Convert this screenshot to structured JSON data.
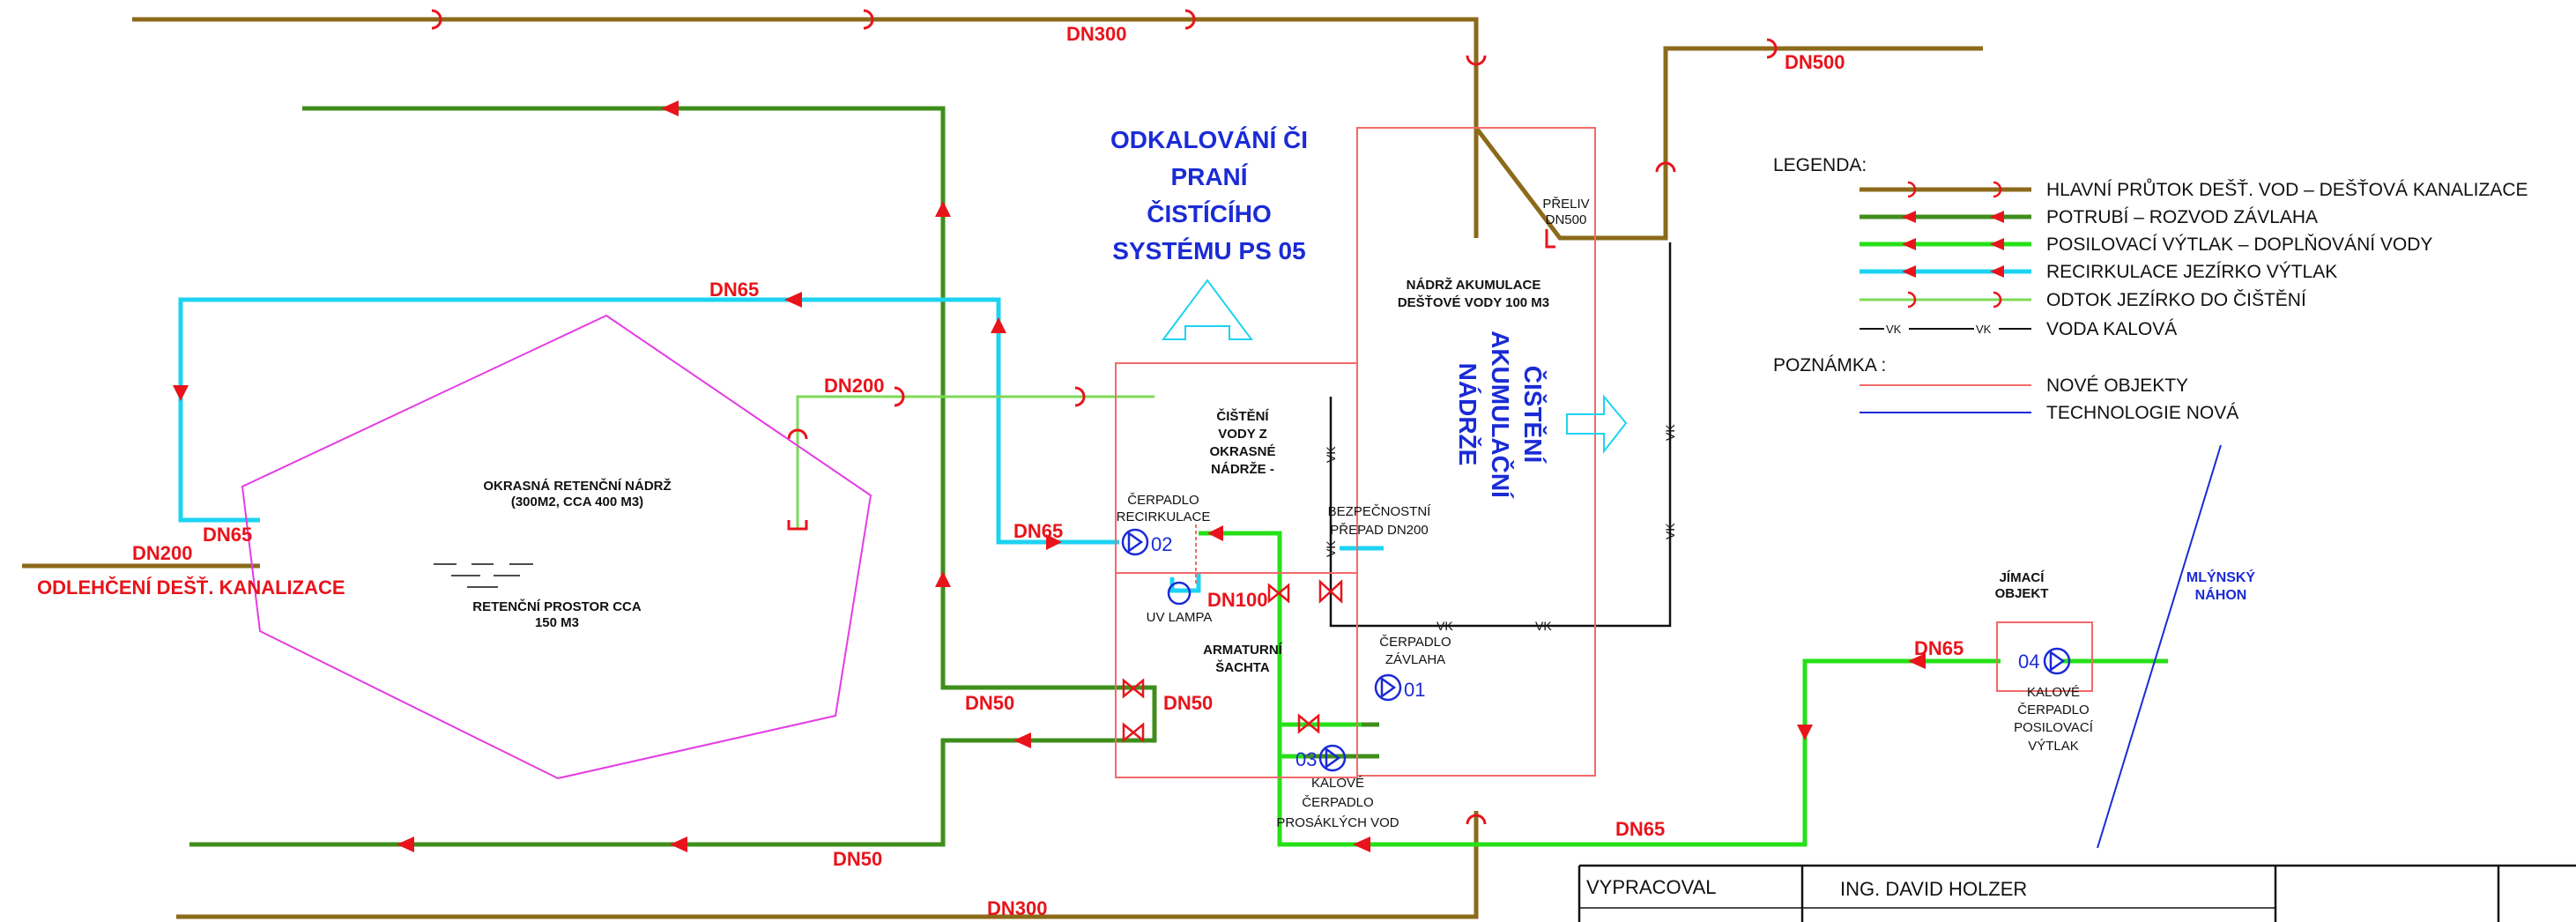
{
  "colors": {
    "brown": "#8b6a1a",
    "darkgreen": "#3f8e1c",
    "green": "#26e018",
    "lightgreen": "#7ed957",
    "cyan": "#1cd3f2",
    "red": "#e8141b",
    "blue": "#1a2bd6",
    "black": "#111111",
    "magenta": "#e43ce4",
    "pink": "#f26a6a"
  },
  "pipe_labels": {
    "dn300_top": "DN300",
    "dn300_bottom": "DN300",
    "dn500": "DN500",
    "dn65_cyan_top": "DN65",
    "dn65_left": "DN65",
    "dn65_mid": "DN65",
    "dn65_right": "DN65",
    "dn65_bottom": "DN65",
    "dn200_left": "DN200",
    "dn200_mid": "DN200",
    "dn100": "DN100",
    "dn50_a": "DN50",
    "dn50_b": "DN50",
    "dn50_c": "DN50",
    "odlehceni": "ODLEHČENÍ DEŠŤ. KANALIZACE"
  },
  "blue_titles": {
    "odkalovani": [
      "ODKALOVÁNÍ ČI",
      "PRANÍ",
      "ČISTÍCÍHO",
      "SYSTÉMU PS 05"
    ],
    "cisteni_vertical": [
      "ČIŠTĚNÍ",
      "AKUMULAČNÍ",
      "NÁDRŽE"
    ],
    "mlynsky": [
      "MLÝNSKÝ",
      "NÁHON"
    ]
  },
  "objects": {
    "retencni_nadrz": [
      "OKRASNÁ RETENČNÍ NÁDRŽ",
      "(300M2, CCA 400 M3)"
    ],
    "retencni_prostor": [
      "RETENČNÍ PROSTOR CCA",
      "150 M3"
    ],
    "nadrz_akumulace": [
      "NÁDRŽ AKUMULACE",
      "DEŠŤOVÉ VODY 100 M3"
    ],
    "preliv": [
      "PŘELIV",
      "DN500"
    ],
    "cisteni_vody": [
      "ČIŠTĚNÍ",
      "VODY Z",
      "OKRASNÉ",
      "NÁDRŽE -"
    ],
    "cerpadlo_recirkulace": [
      "ČERPADLO",
      "RECIRKULACE"
    ],
    "bezpecnostni": [
      "BEZPEČNOSTNÍ",
      "PŘEPAD DN200"
    ],
    "uv_lampa": "UV LAMPA",
    "armaturni_sachta": [
      "ARMATURNÍ",
      "ŠACHTA"
    ],
    "cerpadlo_zavlaha": [
      "ČERPADLO",
      "ZÁVLAHA"
    ],
    "kalove_prosaklych": [
      "KALOVÉ",
      "ČERPADLO",
      "PROSÁKLÝCH VOD"
    ],
    "jimaci_objekt": [
      "JÍMACÍ",
      "OBJEKT"
    ],
    "kalove_posilovaci": [
      "KALOVÉ",
      "ČERPADLO",
      "POSILOVACÍ",
      "VÝTLAK"
    ]
  },
  "pumps": {
    "p01": "01",
    "p02": "02",
    "p03": "03",
    "p04": "04"
  },
  "vk": "VK",
  "legend": {
    "title": "LEGENDA:",
    "items": [
      "HLAVNÍ PRŮTOK DEŠŤ. VOD – DEŠŤOVÁ KANALIZACE",
      "POTRUBÍ – ROZVOD ZÁVLAHA",
      "POSILOVACÍ VÝTLAK – DOPLŇOVÁNÍ VODY",
      "RECIRKULACE JEZÍRKO VÝTLAK",
      "ODTOK JEZÍRKO DO ČIŠTĚNÍ",
      "VODA KALOVÁ"
    ],
    "note_title": "POZNÁMKA :",
    "notes": [
      "NOVÉ OBJEKTY",
      "TECHNOLOGIE NOVÁ"
    ]
  },
  "title_block": {
    "label": "VYPRACOVAL",
    "value": "ING. DAVID HOLZER"
  }
}
